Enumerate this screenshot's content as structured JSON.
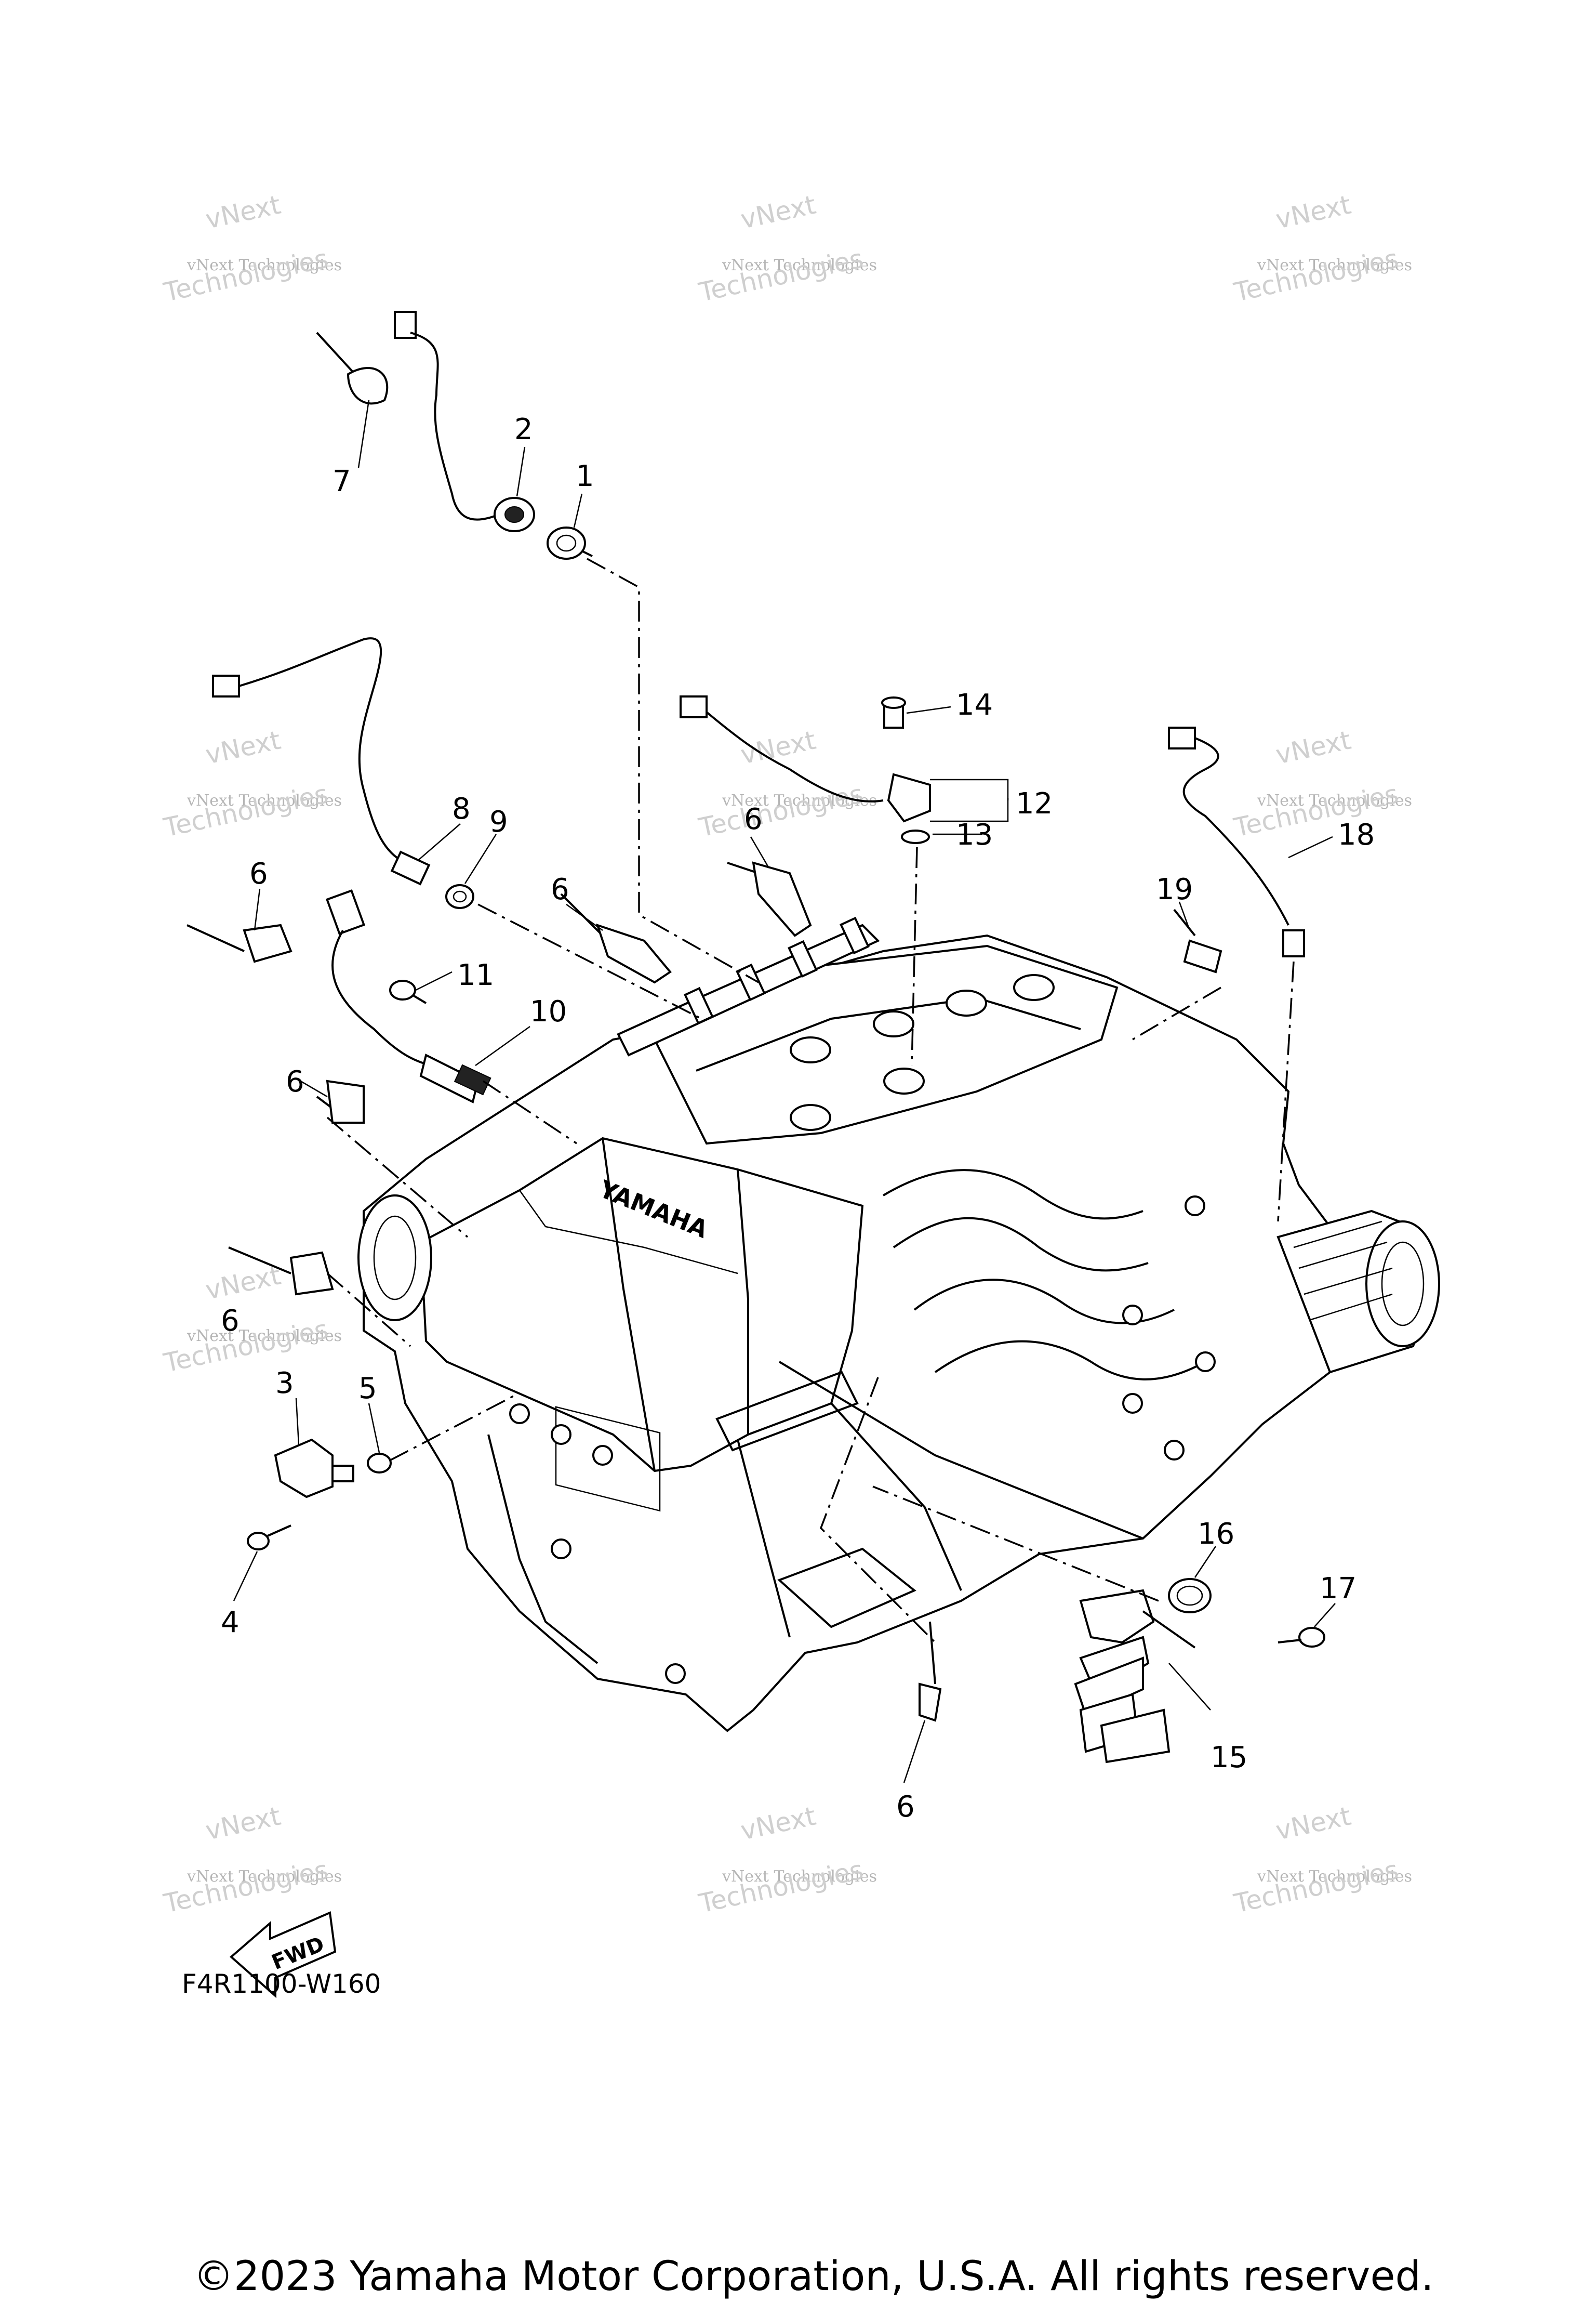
{
  "diagram": {
    "code": "F4R1100-W160",
    "copyright": "©2023 Yamaha Motor Corporation, U.S.A. All rights reserved.",
    "direction_label": "FWD",
    "engine_brand_text": "YAMAHA",
    "watermark": {
      "line1": "vNext",
      "line2": "Technologies",
      "line3": "vNext Technologies"
    },
    "callouts": [
      {
        "id": "c1",
        "label": "1"
      },
      {
        "id": "c2",
        "label": "2"
      },
      {
        "id": "c3",
        "label": "3"
      },
      {
        "id": "c4",
        "label": "4"
      },
      {
        "id": "c5",
        "label": "5"
      },
      {
        "id": "c6a",
        "label": "6"
      },
      {
        "id": "c6b",
        "label": "6"
      },
      {
        "id": "c6c",
        "label": "6"
      },
      {
        "id": "c6d",
        "label": "6"
      },
      {
        "id": "c6e",
        "label": "6"
      },
      {
        "id": "c6f",
        "label": "6"
      },
      {
        "id": "c7",
        "label": "7"
      },
      {
        "id": "c8",
        "label": "8"
      },
      {
        "id": "c9",
        "label": "9"
      },
      {
        "id": "c10",
        "label": "10"
      },
      {
        "id": "c11",
        "label": "11"
      },
      {
        "id": "c12",
        "label": "12"
      },
      {
        "id": "c13",
        "label": "13"
      },
      {
        "id": "c14",
        "label": "14"
      },
      {
        "id": "c15",
        "label": "15"
      },
      {
        "id": "c16",
        "label": "16"
      },
      {
        "id": "c17",
        "label": "17"
      },
      {
        "id": "c18",
        "label": "18"
      },
      {
        "id": "c19",
        "label": "19"
      }
    ]
  }
}
